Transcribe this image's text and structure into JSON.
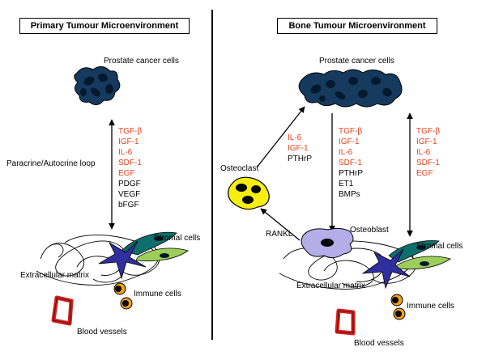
{
  "panels": {
    "primary": {
      "title": "Primary Tumour Microenvironment",
      "cancer_label": "Prostate cancer cells",
      "loop_label": "Paracrine/Autocrine loop",
      "factors_red": [
        "TGF-β",
        "IGF-1",
        "IL-6",
        "SDF-1",
        "EGF"
      ],
      "factors_black": [
        "PDGF",
        "VEGF",
        "bFGF"
      ],
      "stromal_label": "Stromal cells",
      "matrix_label": "Extracellular matrix",
      "immune_label": "Immune cells",
      "vessels_label": "Blood vessels"
    },
    "bone": {
      "title": "Bone Tumour Microenvironment",
      "cancer_label": "Prostate cancer cells",
      "osteoclast_label": "Osteoclast",
      "osteoblast_label": "Osteoblast",
      "rankl_label": "RANKL",
      "osteoclast_factors_red": [
        "IL-6",
        "IGF-1"
      ],
      "osteoclast_factors_black": [
        "PTHrP"
      ],
      "middle_factors_red": [
        "TGF-β",
        "IGF-1",
        "IL-6",
        "SDF-1"
      ],
      "middle_factors_black": [
        "PTHrP",
        "ET1",
        "BMPs"
      ],
      "right_factors_red": [
        "TGF-β",
        "IGF-1",
        "IL-6",
        "SDF-1",
        "EGF"
      ],
      "stromal_label": "Stromal cells",
      "matrix_label": "Extracellular matrix",
      "immune_label": "Immune cells",
      "vessels_label": "Blood vessels"
    }
  },
  "colors": {
    "factor_red": "#e8401c",
    "cancer_fill": "#153a5e",
    "cancer_nucleus": "#05192d",
    "osteoclast_fill": "#f6ee10",
    "osteoblast_fill": "#b3aee8",
    "stromal_teal": "#0d6f6c",
    "stromal_green": "#9ccf5a",
    "stromal_blue": "#2f2f9f",
    "immune_orange": "#f0a020",
    "vessel_red": "#d42020"
  }
}
